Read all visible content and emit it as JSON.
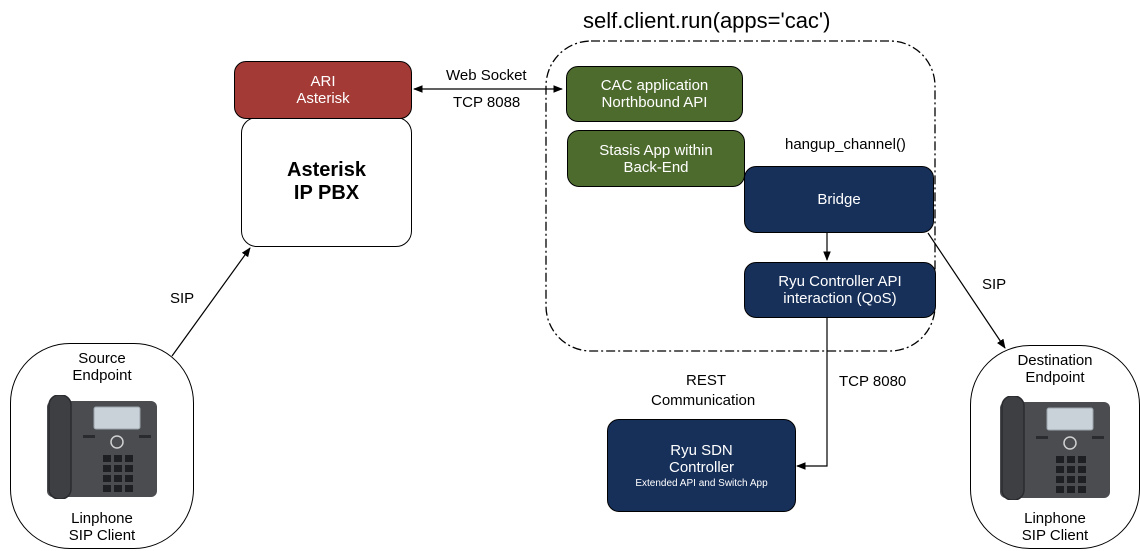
{
  "title": "self.client.run(apps='cac')",
  "colors": {
    "ari": "#a33a36",
    "green": "#4e6b2e",
    "navy": "#17305a",
    "border": "#000000"
  },
  "ari": {
    "line1": "ARI",
    "line2": "Asterisk"
  },
  "asterisk": {
    "line1": "Asterisk",
    "line2": "IP PBX"
  },
  "cac": {
    "line1": "CAC application",
    "line2": "Northbound API"
  },
  "stasis": {
    "line1": "Stasis App within",
    "line2": "Back-End"
  },
  "bridge": {
    "label": "Bridge"
  },
  "ryu_api": {
    "line1": "Ryu Controller API",
    "line2": "interaction (QoS)"
  },
  "ryu_sdn": {
    "line1": "Ryu SDN",
    "line2": "Controller",
    "line3": "Extended API and Switch App"
  },
  "labels": {
    "websocket": "Web Socket",
    "tcp8088": "TCP 8088",
    "hangup": "hangup_channel()",
    "sip_left": "SIP",
    "sip_right": "SIP",
    "rest1": "REST",
    "rest2": "Communication",
    "tcp8080": "TCP 8080"
  },
  "source": {
    "top1": "Source",
    "top2": "Endpoint",
    "bottom1": "Linphone",
    "bottom2": "SIP Client",
    "icon": "desk-phone-icon"
  },
  "destination": {
    "top1": "Destination",
    "top2": "Endpoint",
    "bottom1": "Linphone",
    "bottom2": "SIP Client",
    "icon": "desk-phone-icon"
  }
}
